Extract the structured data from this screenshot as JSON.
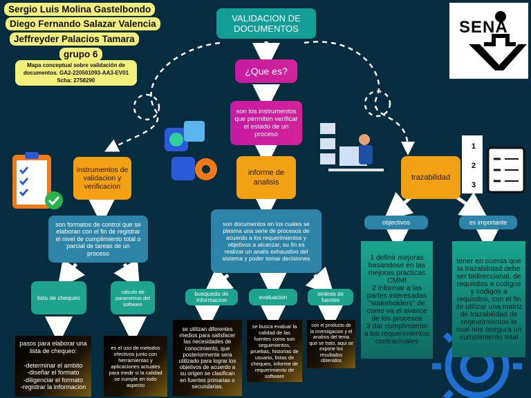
{
  "authors": {
    "line1": "Sergio Luis Molina Gastelbondo",
    "line2": "Diego Fernando Salazar Valencia",
    "line3": "Jeffreyder Palacios Tamara",
    "group": "grupo 6",
    "note": "Mapa conceptual sobre validación de documentos. GA2-220501093-AA3-EV01\nficha: 2758290"
  },
  "logo": {
    "text": "SENA"
  },
  "title": "VALIDACION DE DOCUMENTOS",
  "question": "¿Que es?",
  "definition": "son los instrumentos que permiten verificar el estado de un proceso",
  "left": {
    "node": "instrumentos de validacion y verificacion",
    "desc": "son formatos de control que se elaboran con el fin de registrar el nivel de cumplimiento total o parcial de tareas de un proceso",
    "child1": "lista de chequeo",
    "child2": "calculo de parametros del software",
    "child1_desc": "pasos para elaborar una lista de chequeo:\n\n-determinar el ambito\n-diseñar el formato\n-diligenciar el formato\n-registrar la informacion",
    "child2_desc": "es el uso de metodos efectivos junto con herramientas y aplicaciones actuales para medir si la calidad se cumple en todo aspecto"
  },
  "center": {
    "node": "informe de analisis",
    "desc": "son documentos en los cuales se plasma una serie de procesos de acuerdo a los requerimientos y objetivos a alcanzar, su fin es realizar un analis exhaustivo del sistema y poder tomar decisiones",
    "child1": "busqueda de informacion",
    "child2": "evaluacion",
    "child3": "sintesis de fuentes",
    "child1_desc": "se utilizan diferentes medios para satisfacer las necesidades de conocimiento, que posteriormente sera utilizado para lograr los objetivos de acuerdo a su origen se clasifican en fuentes primarias o secundarias.",
    "child2_desc": "se busca evaluar la calidad de las fuentes como son seguimientos, pruebas, historias de usuario, listas de chequeo, informe de requerimiento de software",
    "child3_desc": "son el producto de la investigacion y el analisis del tema que se trato, aqui se expone los resultados obtenidos"
  },
  "right": {
    "node": "trazabilidad",
    "child1": "objectivos",
    "child2": "es importante",
    "child1_desc": "1 definir mejoras basandose en las mejoras practicas CMMI\n2 informar a las partes interesadas \"stakeholders\" de como va el avance de los procesos\n3 dar cumplimiento a los requerimientos contractuales",
    "child2_desc": "tener en cuenta que la trazabilidad debe ser bidireccional, de requisitos a codigos y codigos a requisitos, con el fin de utilizar una matriz de trazabilidad de reqeurimientos lo cual nos asegura un cumplimiento total"
  },
  "checklist_numbers": [
    "1",
    "2",
    "3"
  ]
}
